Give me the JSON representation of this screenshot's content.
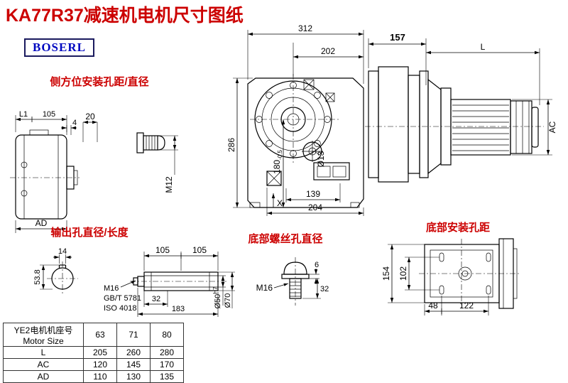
{
  "title": "KA77R37减速机电机尺寸图纸",
  "logo": "BOSERL",
  "labels": {
    "side_mount": "侧方位安装孔距/直径",
    "output": "输出孔直径/长度",
    "bottom_screw": "底部螺丝孔直径",
    "bottom_mount": "底部安装孔距"
  },
  "front_view": {
    "dim_312": "312",
    "dim_202": "202",
    "dim_286": "286",
    "dim_180": "180",
    "dim_180_tol": "-0.5",
    "dim_hole": "Ø13",
    "dim_139": "139",
    "dim_204": "204",
    "dim_x": "X"
  },
  "side_view": {
    "dim_157": "157",
    "dim_l": "L",
    "dim_ac": "AC"
  },
  "left_view": {
    "dim_l1": "L1",
    "dim_105": "105",
    "dim_4": "4",
    "dim_ad": "AD"
  },
  "side_hole": {
    "dim_20": "20",
    "thread": "M12"
  },
  "output_detail": {
    "dim_14": "14",
    "dim_53_8": "53.8",
    "dim_105a": "105",
    "dim_105b": "105",
    "thread": "M16",
    "std1": "GB/T 5781",
    "std2": "ISO 4018",
    "dim_32": "32",
    "dim_183": "183",
    "dia_50": "Ø50",
    "dia_50_tol": "H7",
    "dia_70": "Ø70"
  },
  "bottom_screw": {
    "thread": "M16",
    "dim_6": "6",
    "dim_32": "32"
  },
  "bottom_mount": {
    "dim_154": "154",
    "dim_102": "102",
    "dim_48": "48",
    "dim_122": "122"
  },
  "table": {
    "header_cn": "YE2电机机座号",
    "header_en": "Motor Size",
    "sizes": [
      "63",
      "71",
      "80"
    ],
    "rows": [
      {
        "label": "L",
        "values": [
          "205",
          "260",
          "280"
        ]
      },
      {
        "label": "AC",
        "values": [
          "120",
          "145",
          "170"
        ]
      },
      {
        "label": "AD",
        "values": [
          "110",
          "130",
          "135"
        ]
      }
    ]
  }
}
